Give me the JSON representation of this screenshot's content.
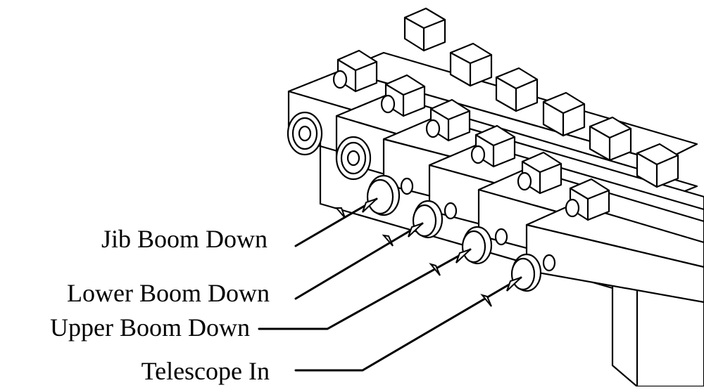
{
  "diagram": {
    "labels": [
      {
        "id": "jib",
        "text": "Jib Boom Down"
      },
      {
        "id": "lower",
        "text": "Lower Boom Down"
      },
      {
        "id": "upper",
        "text": "Upper Boom Down"
      },
      {
        "id": "telescope",
        "text": "Telescope In"
      }
    ],
    "colors": {
      "stroke": "#000000",
      "fill": "#ffffff"
    }
  }
}
